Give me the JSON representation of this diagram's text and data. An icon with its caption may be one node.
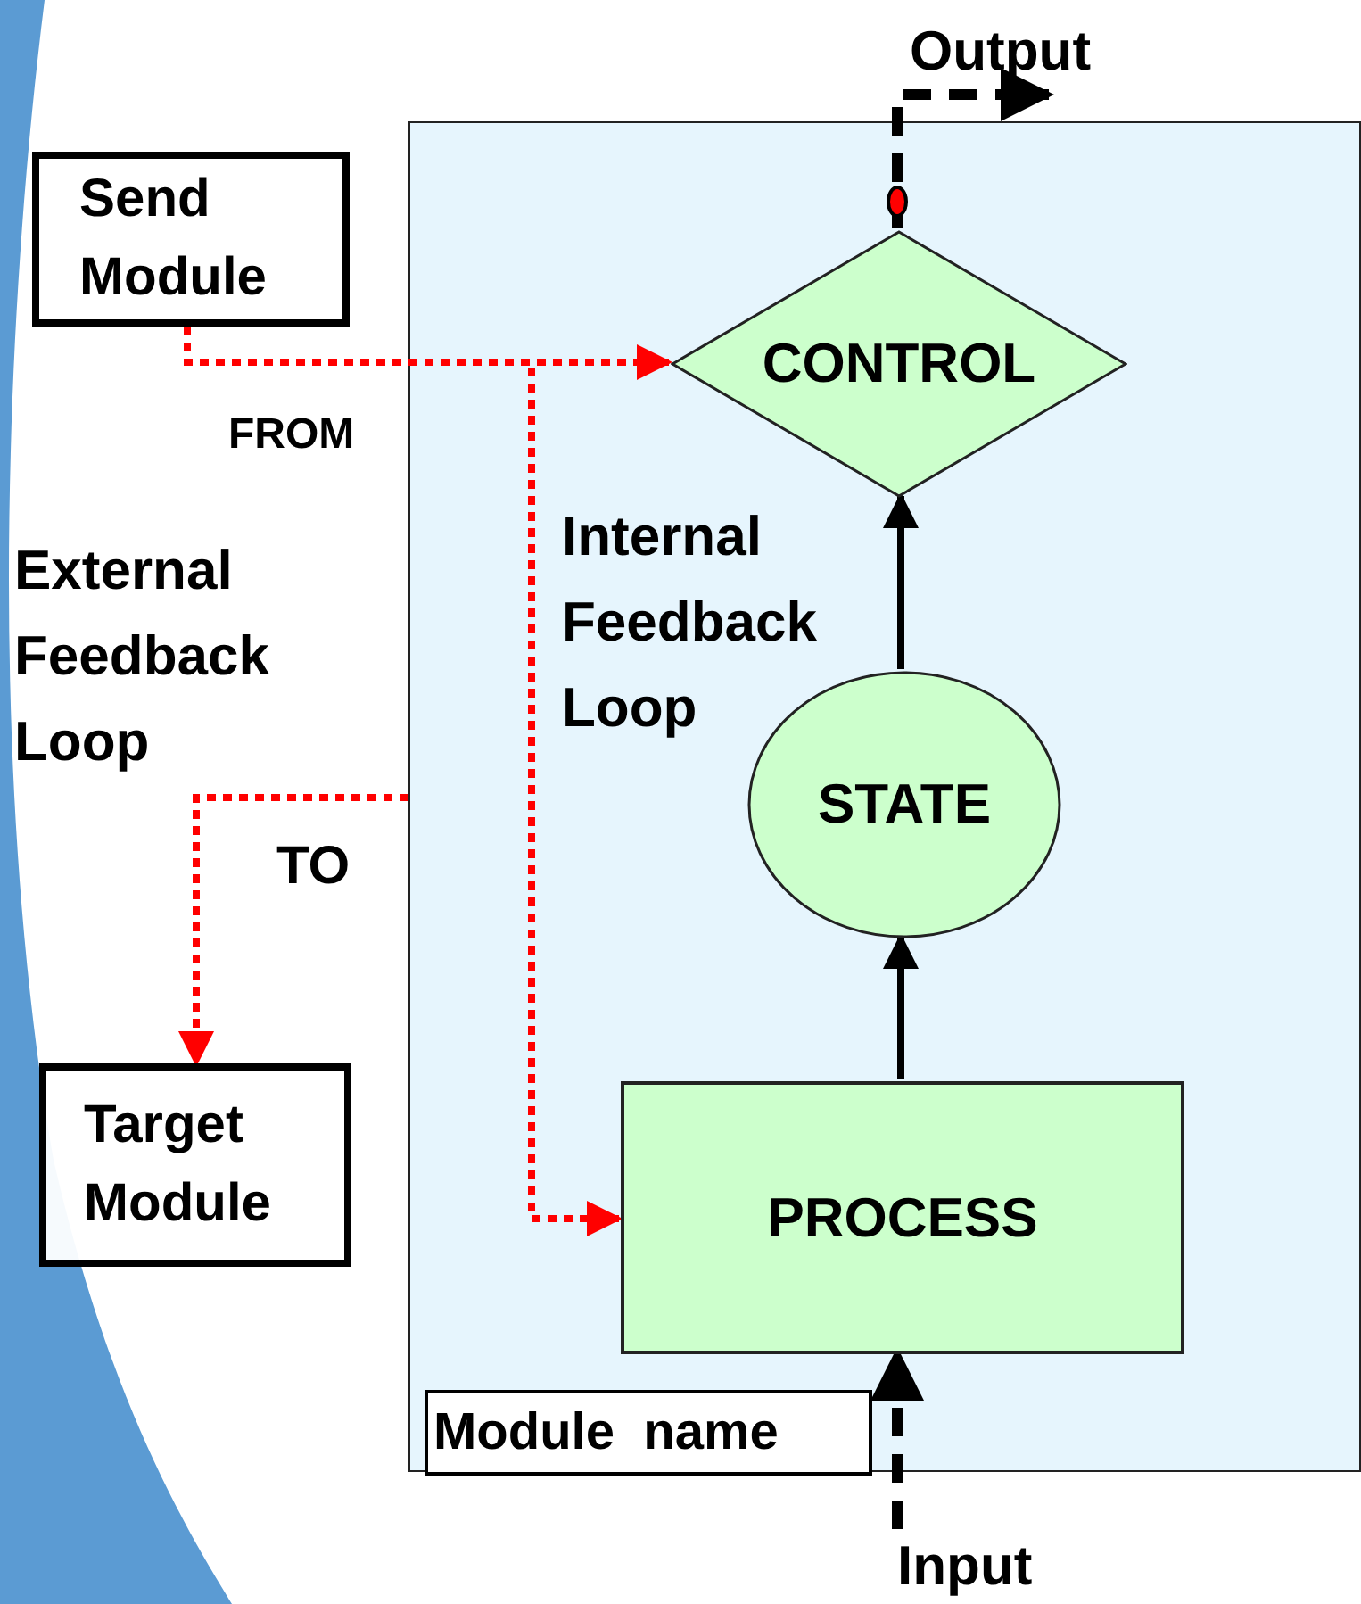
{
  "diagram": {
    "nodes": [
      {
        "text": [],
        "shape": "box"
      },
      {
        "text": [
          "Send Module"
        ]
      },
      {
        "text": [
          "CONTROL"
        ],
        "in": 0
      },
      {
        "text": [
          "STATE"
        ],
        "in": 0
      },
      {
        "text": [
          "PROCESS"
        ],
        "in": 0
      },
      {
        "text": [
          "Target Module"
        ]
      },
      {
        "text": [
          "Module  name"
        ],
        "in": 0
      },
      {
        "text": [
          "Output"
        ]
      },
      {
        "text": [
          "Input"
        ]
      }
    ],
    "edges": [
      {
        "from": 1,
        "to": 2,
        "arrow": "to",
        "style": "dashed",
        "color": "#ff0000"
      },
      {
        "from": 1,
        "to": 4,
        "arrow": "to",
        "style": "dashed",
        "color": "#ff0000"
      },
      {
        "from": 0,
        "to": 5,
        "arrow": "to",
        "style": "dashed",
        "color": "#ff0000"
      },
      {
        "from": 4,
        "to": 3,
        "arrow": "to"
      },
      {
        "from": 3,
        "to": 2,
        "arrow": "to"
      },
      {
        "from": 2,
        "to": 7,
        "arrow": "to",
        "style": "dashed"
      },
      {
        "from": 8,
        "to": 4,
        "arrow": "to",
        "style": "dashed"
      }
    ],
    "labels": [
      "FROM",
      "Internal Feedback Loop",
      "External Feedback Loop",
      "TO"
    ]
  }
}
